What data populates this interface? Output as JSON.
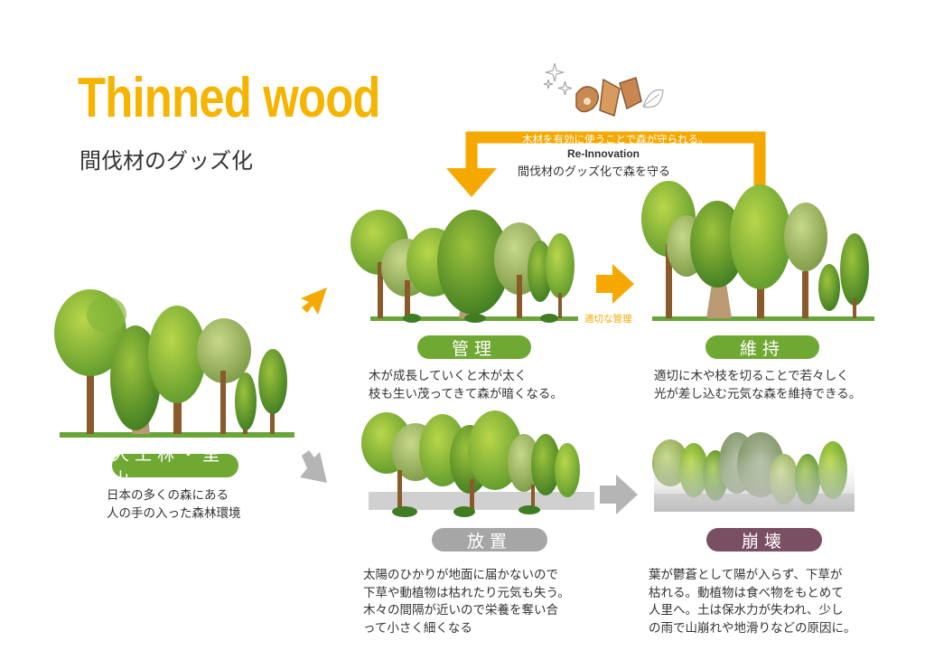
{
  "header": {
    "title": "Thinned wood",
    "subtitle": "間伐材のグッズ化"
  },
  "cycle": {
    "top_caption": "木材を有効に使うことで森が守られる。",
    "re_innovation": "Re-Innovation",
    "re_sub": "間伐材のグッズ化で森を守る",
    "arrow_label": "適切な管理"
  },
  "stages": {
    "start": {
      "label": "人工林・里山",
      "desc": "日本の多くの森にある\n人の手の入った森林環境",
      "color": "#6fa832"
    },
    "kanri": {
      "label": "管理",
      "desc": "木が成長していくと木が太く\n枝も生い茂ってきて森が暗くなる。",
      "color": "#6fa832"
    },
    "iji": {
      "label": "維持",
      "desc": "適切に木や枝を切ることで若々しく\n光が差し込む元気な森を維持できる。",
      "color": "#6fa832"
    },
    "houchi": {
      "label": "放置",
      "desc": "太陽のひかりが地面に届かないので\n下草や動植物は枯れたり元気も失う。\n木々の間隔が近いので栄養を奪い合\nって小さく細くなる",
      "color": "#a6a6a6"
    },
    "houkai": {
      "label": "崩壊",
      "desc": "葉が鬱蒼として陽が入らず、下草が\n枯れる。動植物は食べ物をもとめて\n人里へ。土は保水力が失われ、少し\nの雨で山崩れや地滑りなどの原因に。",
      "color": "#7b4f63"
    }
  },
  "colors": {
    "accent": "#f5a800",
    "gray_arrow": "#b5b5b5"
  }
}
